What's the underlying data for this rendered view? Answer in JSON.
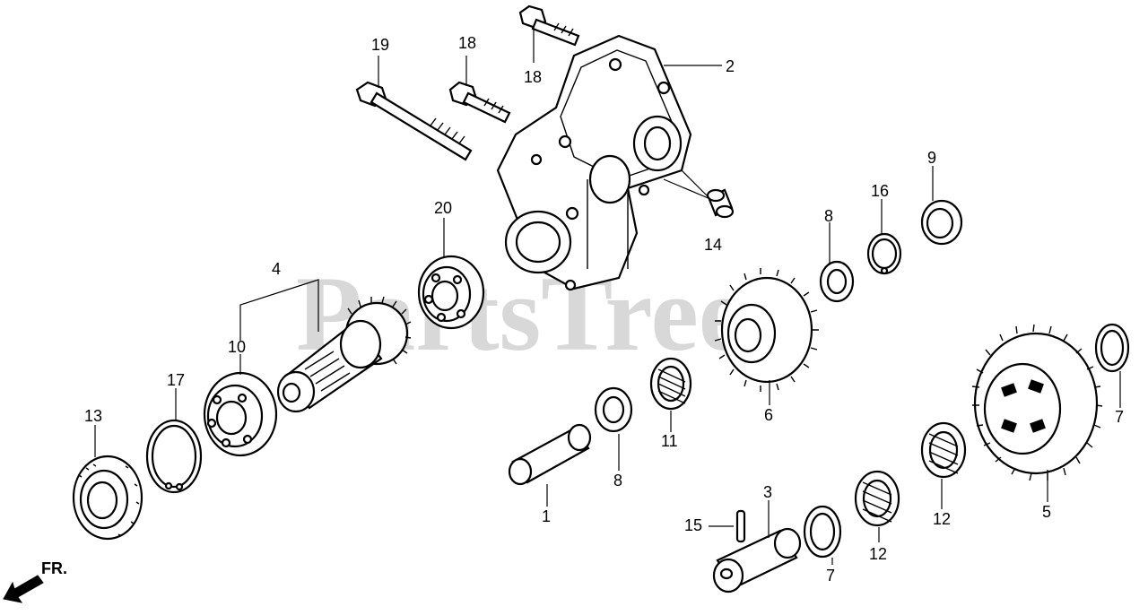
{
  "watermark": "PartsTree",
  "direction_label": "FR.",
  "part_labels": {
    "p1": "1",
    "p2": "2",
    "p3": "3",
    "p4": "4",
    "p5": "5",
    "p6": "6",
    "p7a": "7",
    "p7b": "7",
    "p8a": "8",
    "p8b": "8",
    "p9": "9",
    "p10": "10",
    "p11": "11",
    "p12a": "12",
    "p12b": "12",
    "p13": "13",
    "p14": "14",
    "p15": "15",
    "p16": "16",
    "p17": "17",
    "p18a": "18",
    "p18b": "18",
    "p19": "19",
    "p20": "20"
  }
}
